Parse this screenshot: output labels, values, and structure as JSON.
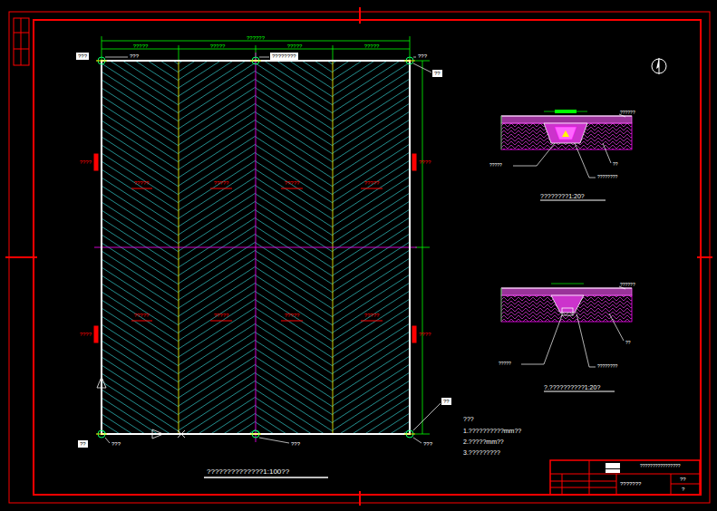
{
  "diagram": {
    "title": "??????????????1:100??",
    "labels": [
      "??????",
      "?????",
      "?????",
      "?????",
      "?????",
      "???",
      "???",
      "????????",
      "???",
      "??",
      "????",
      "????",
      "????",
      "????",
      "?????",
      "?????",
      "?????",
      "?????",
      "?????",
      "?????",
      "?????",
      "?????",
      "???",
      "??",
      "???",
      "???",
      "??",
      "???",
      "1.??????????mm??",
      "2.?????mm??",
      "3.?????????",
      "????????1:20?",
      "?.??????????1:20?",
      "??????",
      "?????",
      "????????",
      "??",
      "??????",
      "?????",
      "????????",
      "??",
      "????????????????",
      "???????",
      "??",
      "?"
    ]
  }
}
